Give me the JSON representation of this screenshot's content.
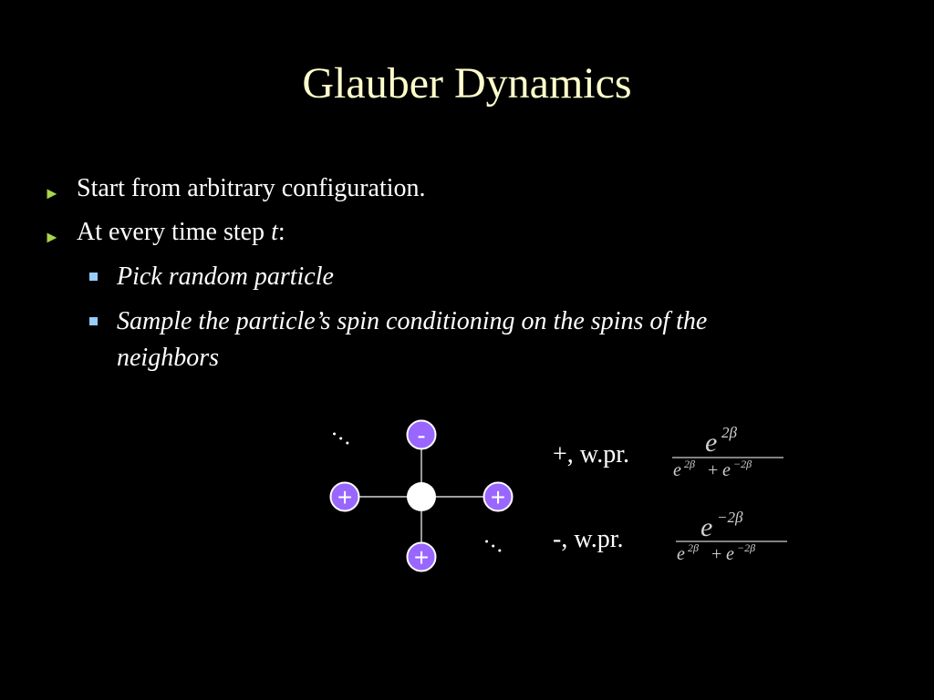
{
  "slide": {
    "title": "Glauber Dynamics",
    "bullets": [
      {
        "marker": "►",
        "text": "Start from arbitrary configuration."
      },
      {
        "marker": "►",
        "text_prefix": "At every time step ",
        "text_var": "t",
        "text_suffix": ":"
      }
    ],
    "sub_bullets": [
      {
        "text": "Pick random particle"
      },
      {
        "text_line1": "Sample the particle’s spin conditioning on the spins of the",
        "text_line2": "neighbors"
      }
    ]
  },
  "diagram": {
    "nodes": {
      "top": "-",
      "left": "+",
      "right": "+",
      "bottom": "+"
    },
    "ellipsis": "…",
    "colors": {
      "node_fill": "#9966ff",
      "center_fill": "#ffffff",
      "edge": "#ffffff"
    }
  },
  "outcomes": [
    {
      "label": "+, w.pr.",
      "num_base": "e",
      "num_exp": "2β",
      "den_a_base": "e",
      "den_a_exp": "2β",
      "den_plus": "+",
      "den_b_base": "e",
      "den_b_exp": "−2β"
    },
    {
      "label": "-, w.pr.",
      "num_base": "e",
      "num_exp": "−2β",
      "den_a_base": "e",
      "den_a_exp": "2β",
      "den_plus": "+",
      "den_b_base": "e",
      "den_b_exp": "−2β"
    }
  ]
}
